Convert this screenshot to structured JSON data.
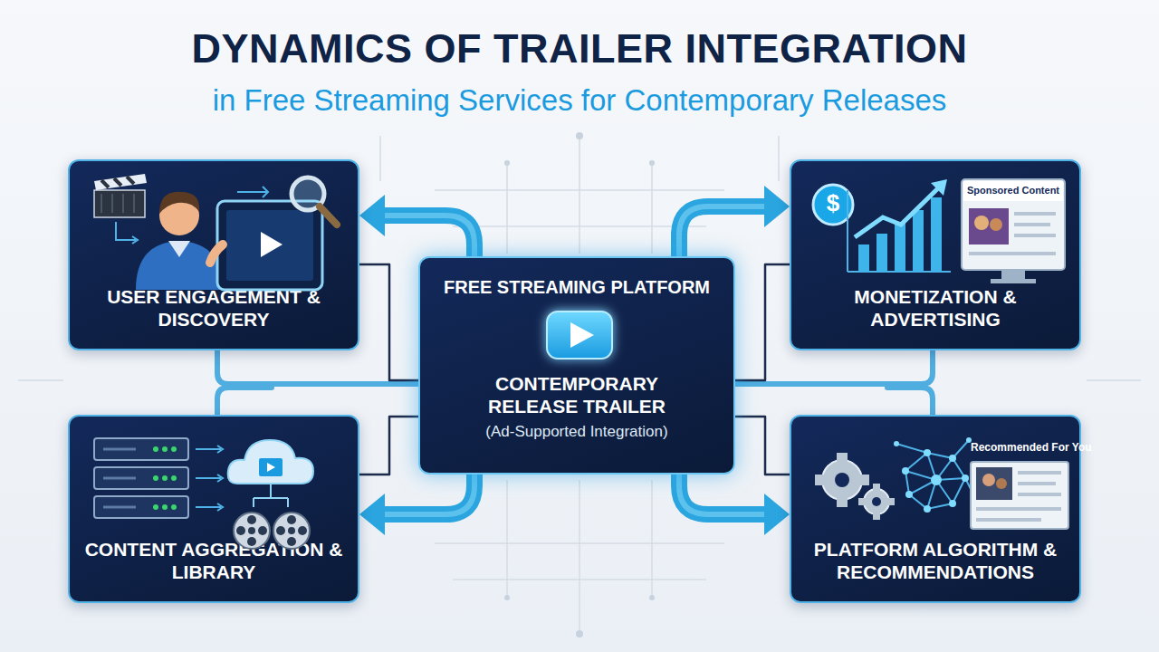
{
  "diagram": {
    "title": "DYNAMICS OF TRAILER INTEGRATION",
    "nodes": [
      {
        "text": [
          "USER ENGAGEMENT & DISCOVERY"
        ]
      },
      {
        "text": [
          "MONETIZATION & ADVERTISING"
        ]
      },
      {
        "text": [
          "FREE STREAMING PLATFORM",
          "CONTEMPORARY RELEASE TRAILER",
          "(Ad-Supported Integration)"
        ]
      },
      {
        "text": [
          "CONTENT AGGREGATION & LIBRARY"
        ]
      },
      {
        "text": [
          "PLATFORM ALGORITHM & RECOMMENDATIONS"
        ]
      }
    ],
    "edges": [
      {
        "from": 2,
        "to": 0,
        "arrow": "to"
      },
      {
        "from": 2,
        "to": 1,
        "arrow": "to"
      },
      {
        "from": 2,
        "to": 3,
        "arrow": "to"
      },
      {
        "from": 2,
        "to": 4,
        "arrow": "to"
      },
      {
        "from": 0,
        "to": 2,
        "arrow": "none"
      },
      {
        "from": 1,
        "to": 2,
        "arrow": "none"
      },
      {
        "from": 3,
        "to": 2,
        "arrow": "none"
      },
      {
        "from": 4,
        "to": 2,
        "arrow": "none"
      }
    ],
    "labels": [
      "in Free Streaming Services for Contemporary Releases",
      "$",
      "Sponsored Content",
      "Recommended For You"
    ]
  }
}
